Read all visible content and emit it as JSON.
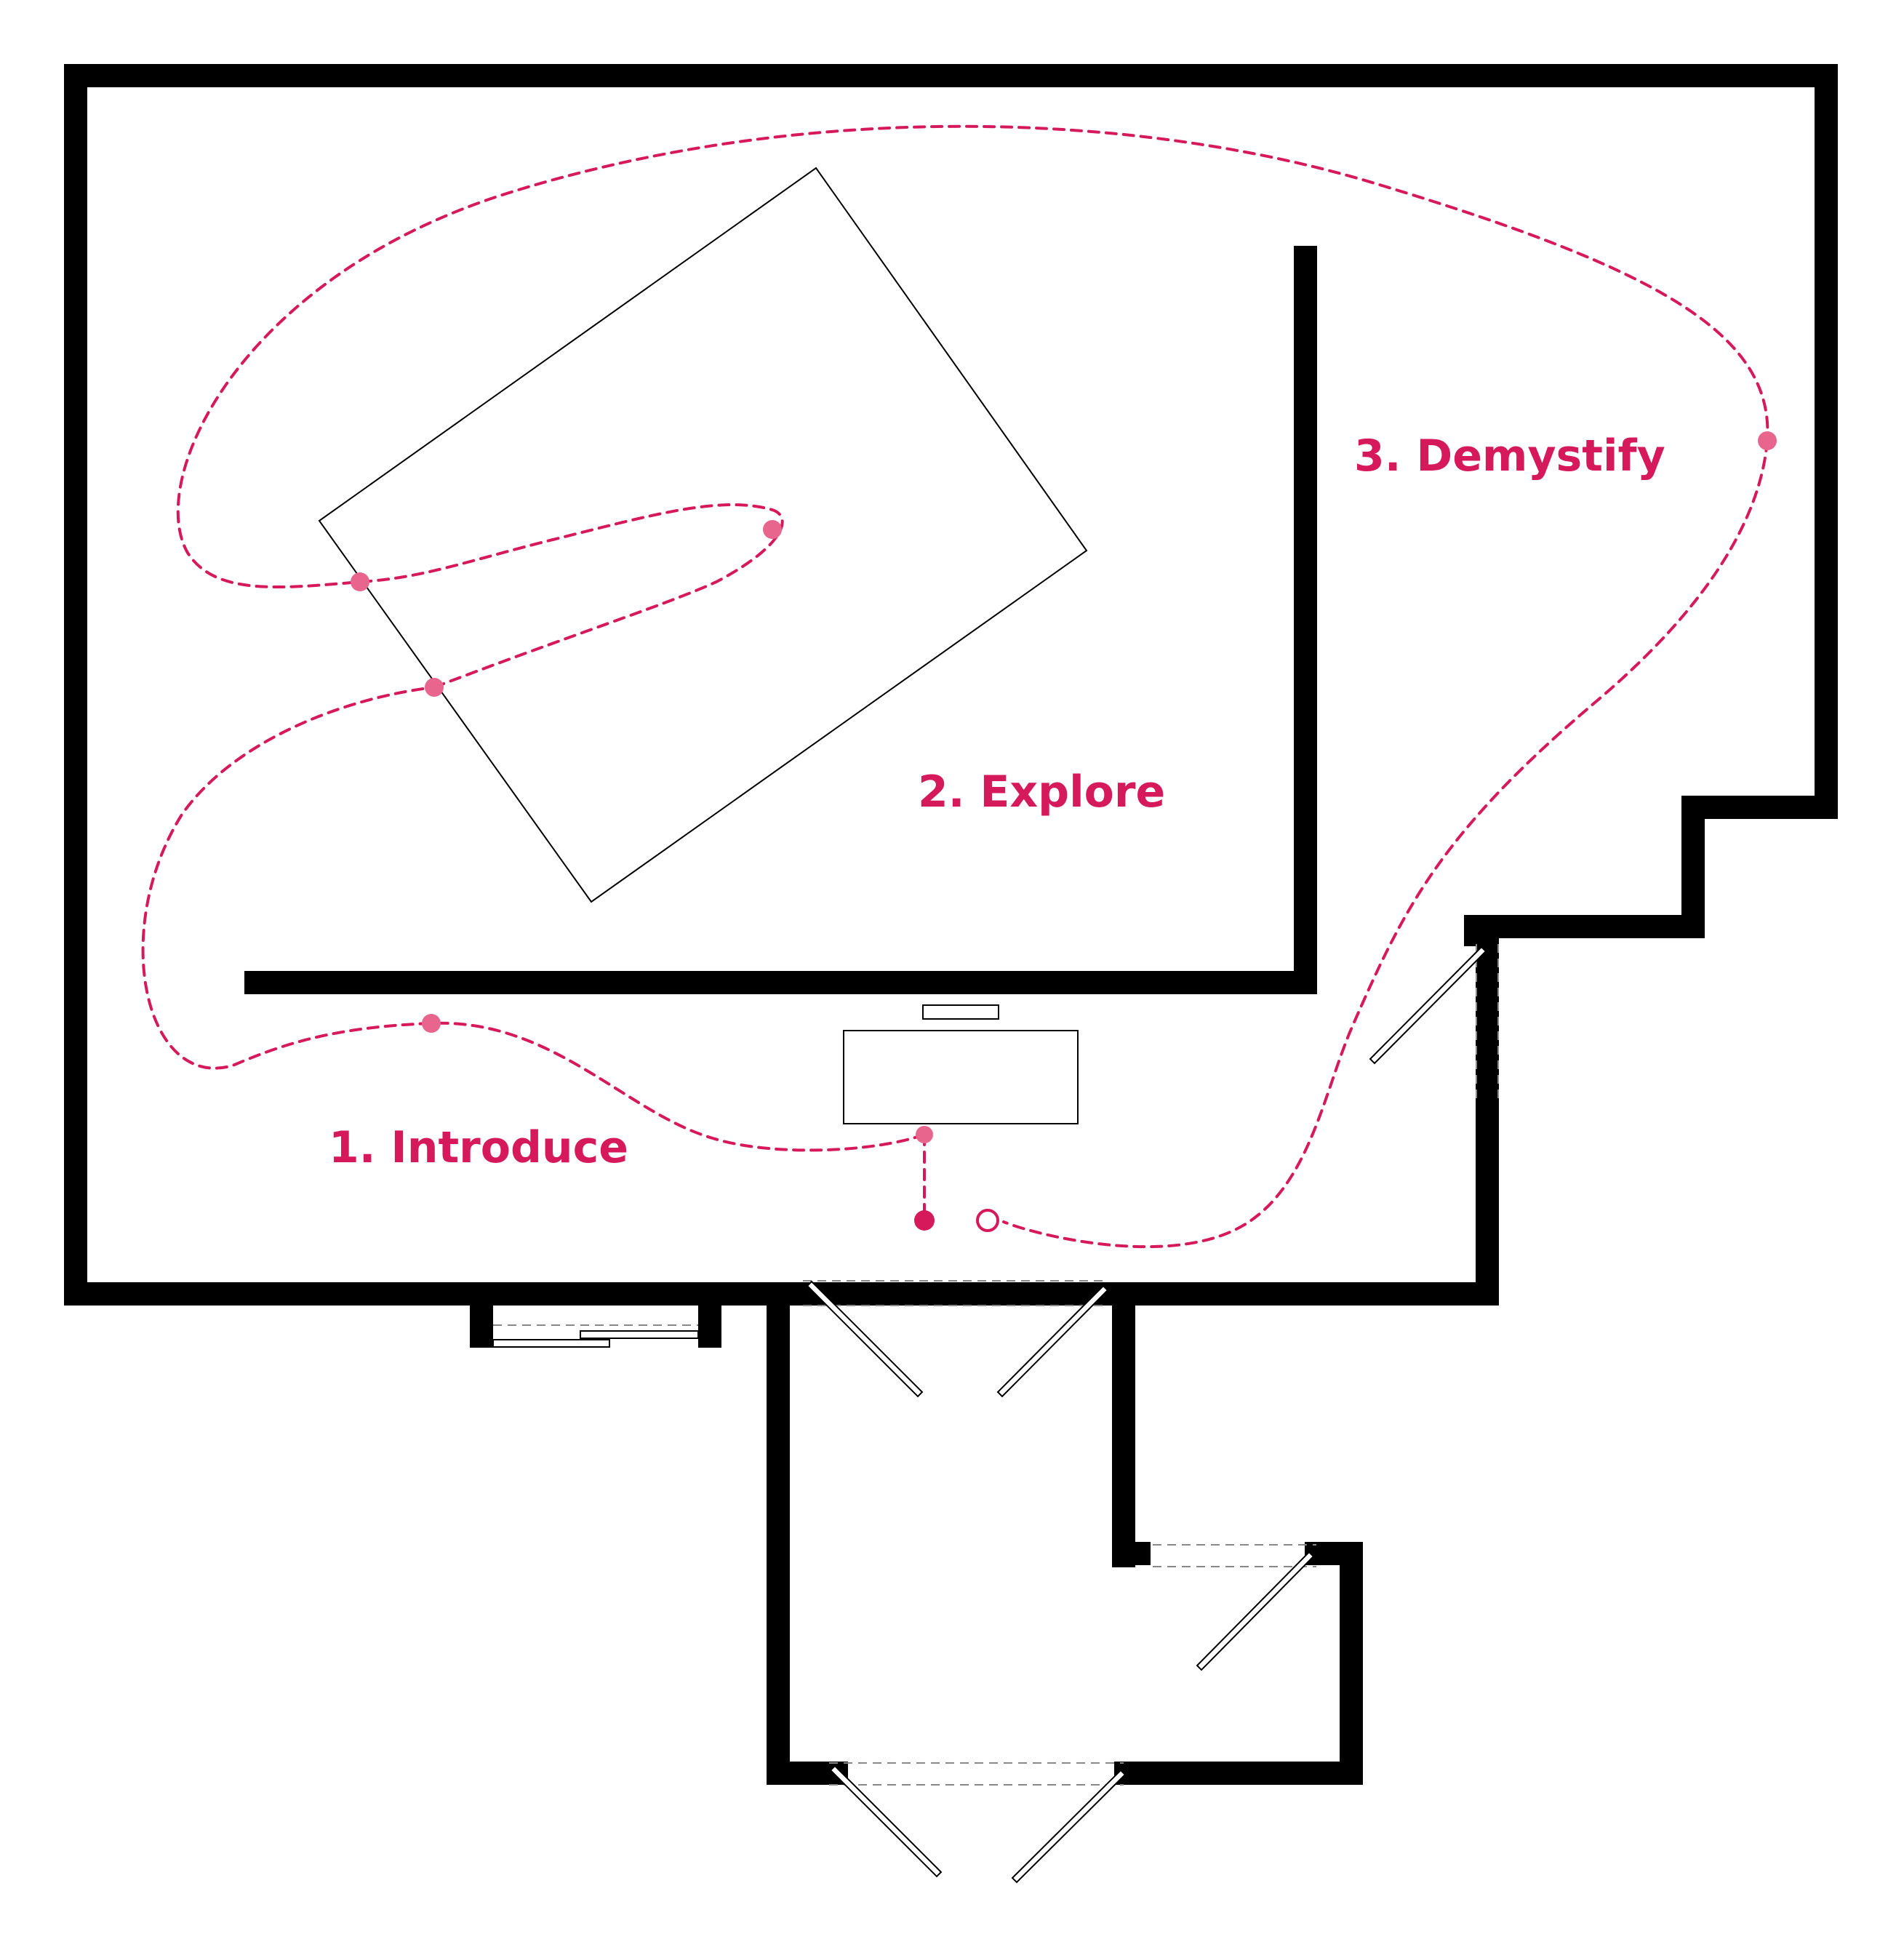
{
  "labels": {
    "introduce": "1. Introduce",
    "explore": "2. Explore",
    "demystify": "3. Demystify"
  },
  "colors": {
    "accent": "#d6195a",
    "marker": "#e8668e",
    "wall": "#000000",
    "guide": "#888888"
  },
  "path_markers": [
    "start-marker",
    "end-marker",
    "desk-stop",
    "introduce-stop",
    "explore-stop-lower",
    "explore-stop-upper",
    "explore-stop-right",
    "demystify-stop"
  ]
}
